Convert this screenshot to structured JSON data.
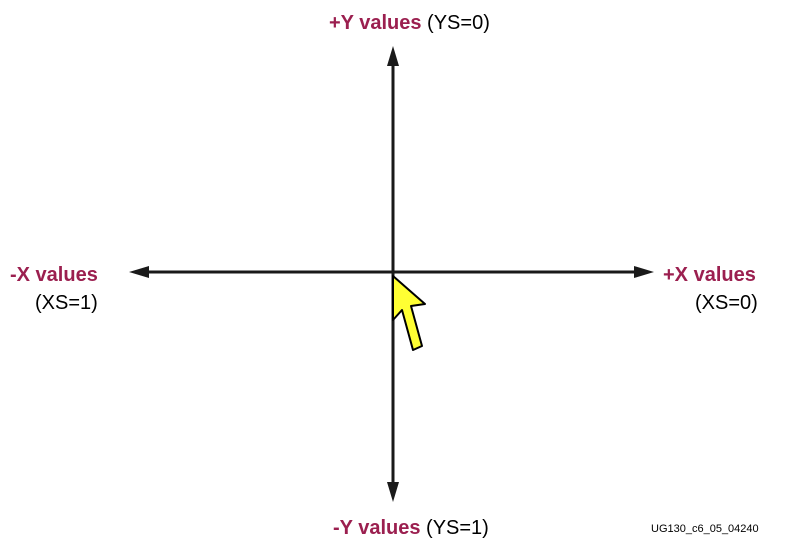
{
  "colors": {
    "accent": "#9b1f4f",
    "axis": "#1a1a1a",
    "cursor_fill": "#ffff33",
    "cursor_stroke": "#000000"
  },
  "icons": {
    "cursor": "mouse-pointer-arrow-icon"
  },
  "labels": {
    "top": {
      "title": "+Y values",
      "detail": "(YS=0)"
    },
    "bottom": {
      "title": "-Y values",
      "detail": "(YS=1)"
    },
    "left": {
      "title": "-X values",
      "detail": "(XS=1)"
    },
    "right": {
      "title": "+X values",
      "detail": "(XS=0)"
    }
  },
  "figure_id": "UG130_c6_05_04240"
}
